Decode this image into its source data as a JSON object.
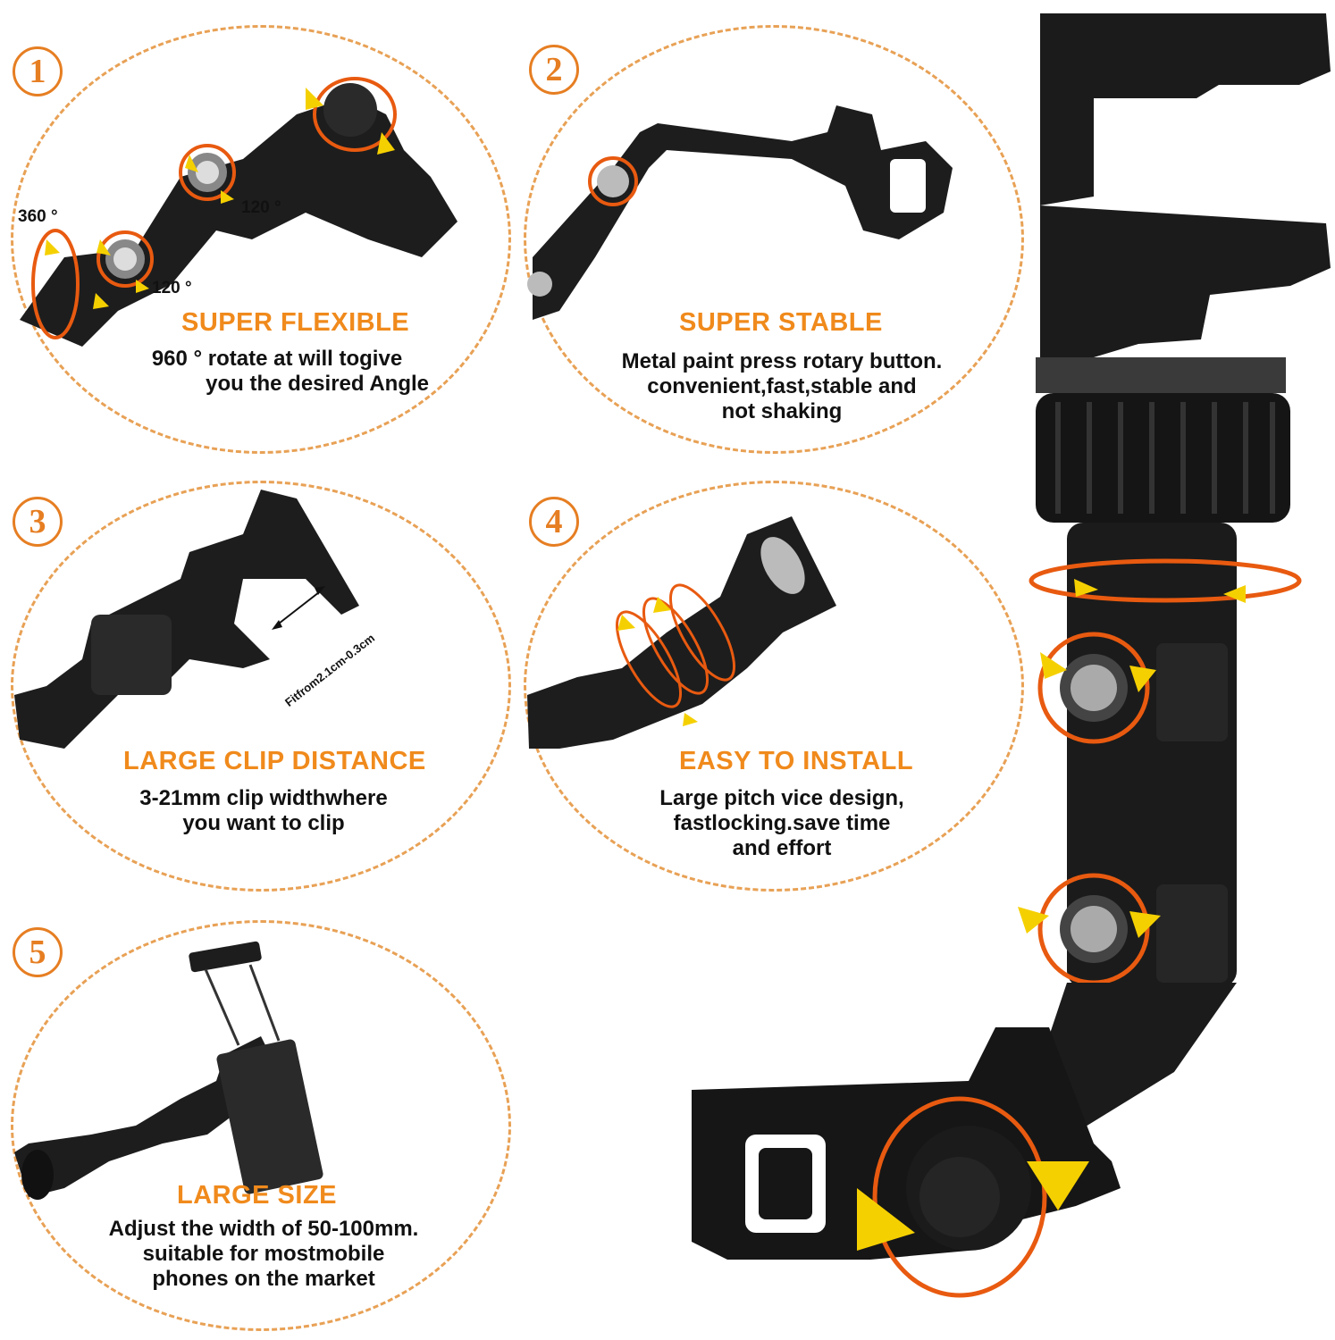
{
  "features": [
    {
      "number": "1",
      "title": "SUPER FLEXIBLE",
      "description_line1": "960 ° rotate at will togive",
      "description_line2": "you the desired Angle",
      "angles": [
        "360 °",
        "120 °",
        "120 °"
      ],
      "icon": "arm-rotation-icon"
    },
    {
      "number": "2",
      "title": "SUPER STABLE",
      "description_line1": "Metal paint press rotary button.",
      "description_line2": "convenient,fast,stable and",
      "description_line3": "not shaking",
      "icon": "rotary-button-icon"
    },
    {
      "number": "3",
      "title": "LARGE CLIP DISTANCE",
      "description_line1": "3-21mm clip widthwhere",
      "description_line2": "you want to clip",
      "clip_label": "Fitfrom2.1cm-0.3cm",
      "icon": "clip-icon"
    },
    {
      "number": "4",
      "title": "EASY TO INSTALL",
      "description_line1": "Large pitch vice design,",
      "description_line2": "fastlocking.save time",
      "description_line3": "and effort",
      "icon": "screw-vice-icon"
    },
    {
      "number": "5",
      "title": "LARGE SIZE",
      "description_line1": "Adjust the width of 50-100mm.",
      "description_line2": "suitable for mostmobile",
      "description_line3": "phones on the market",
      "icon": "phone-holder-icon"
    }
  ],
  "colors": {
    "accent": "#f08a1c",
    "dashed_border": "#e8a155",
    "arrow_yellow": "#f5d000",
    "product_black": "#1a1a1a"
  },
  "product_image": "rearview-mirror-phone-holder"
}
